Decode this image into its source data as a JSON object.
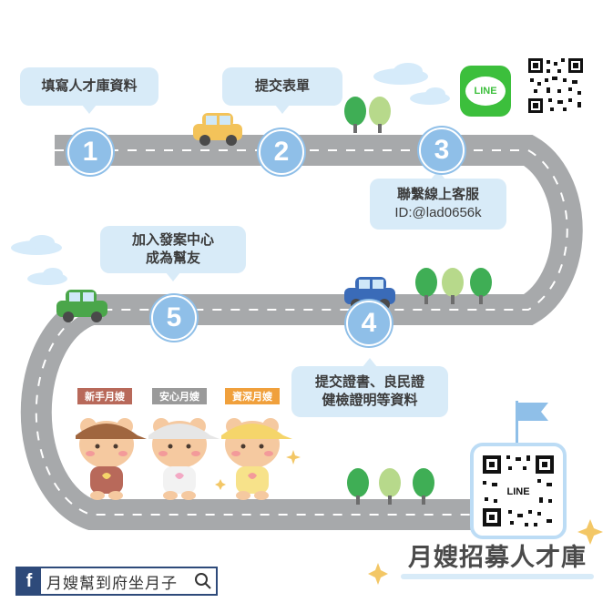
{
  "steps": [
    {
      "num": "1",
      "lines": [
        "填寫人才庫資料"
      ]
    },
    {
      "num": "2",
      "lines": [
        "提交表單"
      ]
    },
    {
      "num": "3",
      "lines": [
        "聯繫線上客服",
        "ID:@lad0656k"
      ]
    },
    {
      "num": "4",
      "lines": [
        "提交證書、良民證",
        "健檢證明等資料"
      ]
    },
    {
      "num": "5",
      "lines": [
        "加入發案中心",
        "成為幫友"
      ]
    }
  ],
  "bears": [
    {
      "label": "新手月嫂",
      "color": "#b8695a",
      "visor": "#a0663f"
    },
    {
      "label": "安心月嫂",
      "color": "#9a9a9a",
      "visor": "#eaeaea"
    },
    {
      "label": "資深月嫂",
      "color": "#f0a03c",
      "visor": "#f5d56a"
    }
  ],
  "line_logo_text": "LINE",
  "qr_center_text": "LINE",
  "title": "月嫂招募人才庫",
  "facebook": {
    "icon": "f",
    "name": "月嫂幫到府坐月子",
    "search_icon": "search-icon"
  },
  "colors": {
    "road": "#a7a9ab",
    "accent": "#8fbfe8",
    "bubble": "#d8ebf8",
    "line": "#3cbf3c",
    "facebook": "#2e4a7a"
  }
}
